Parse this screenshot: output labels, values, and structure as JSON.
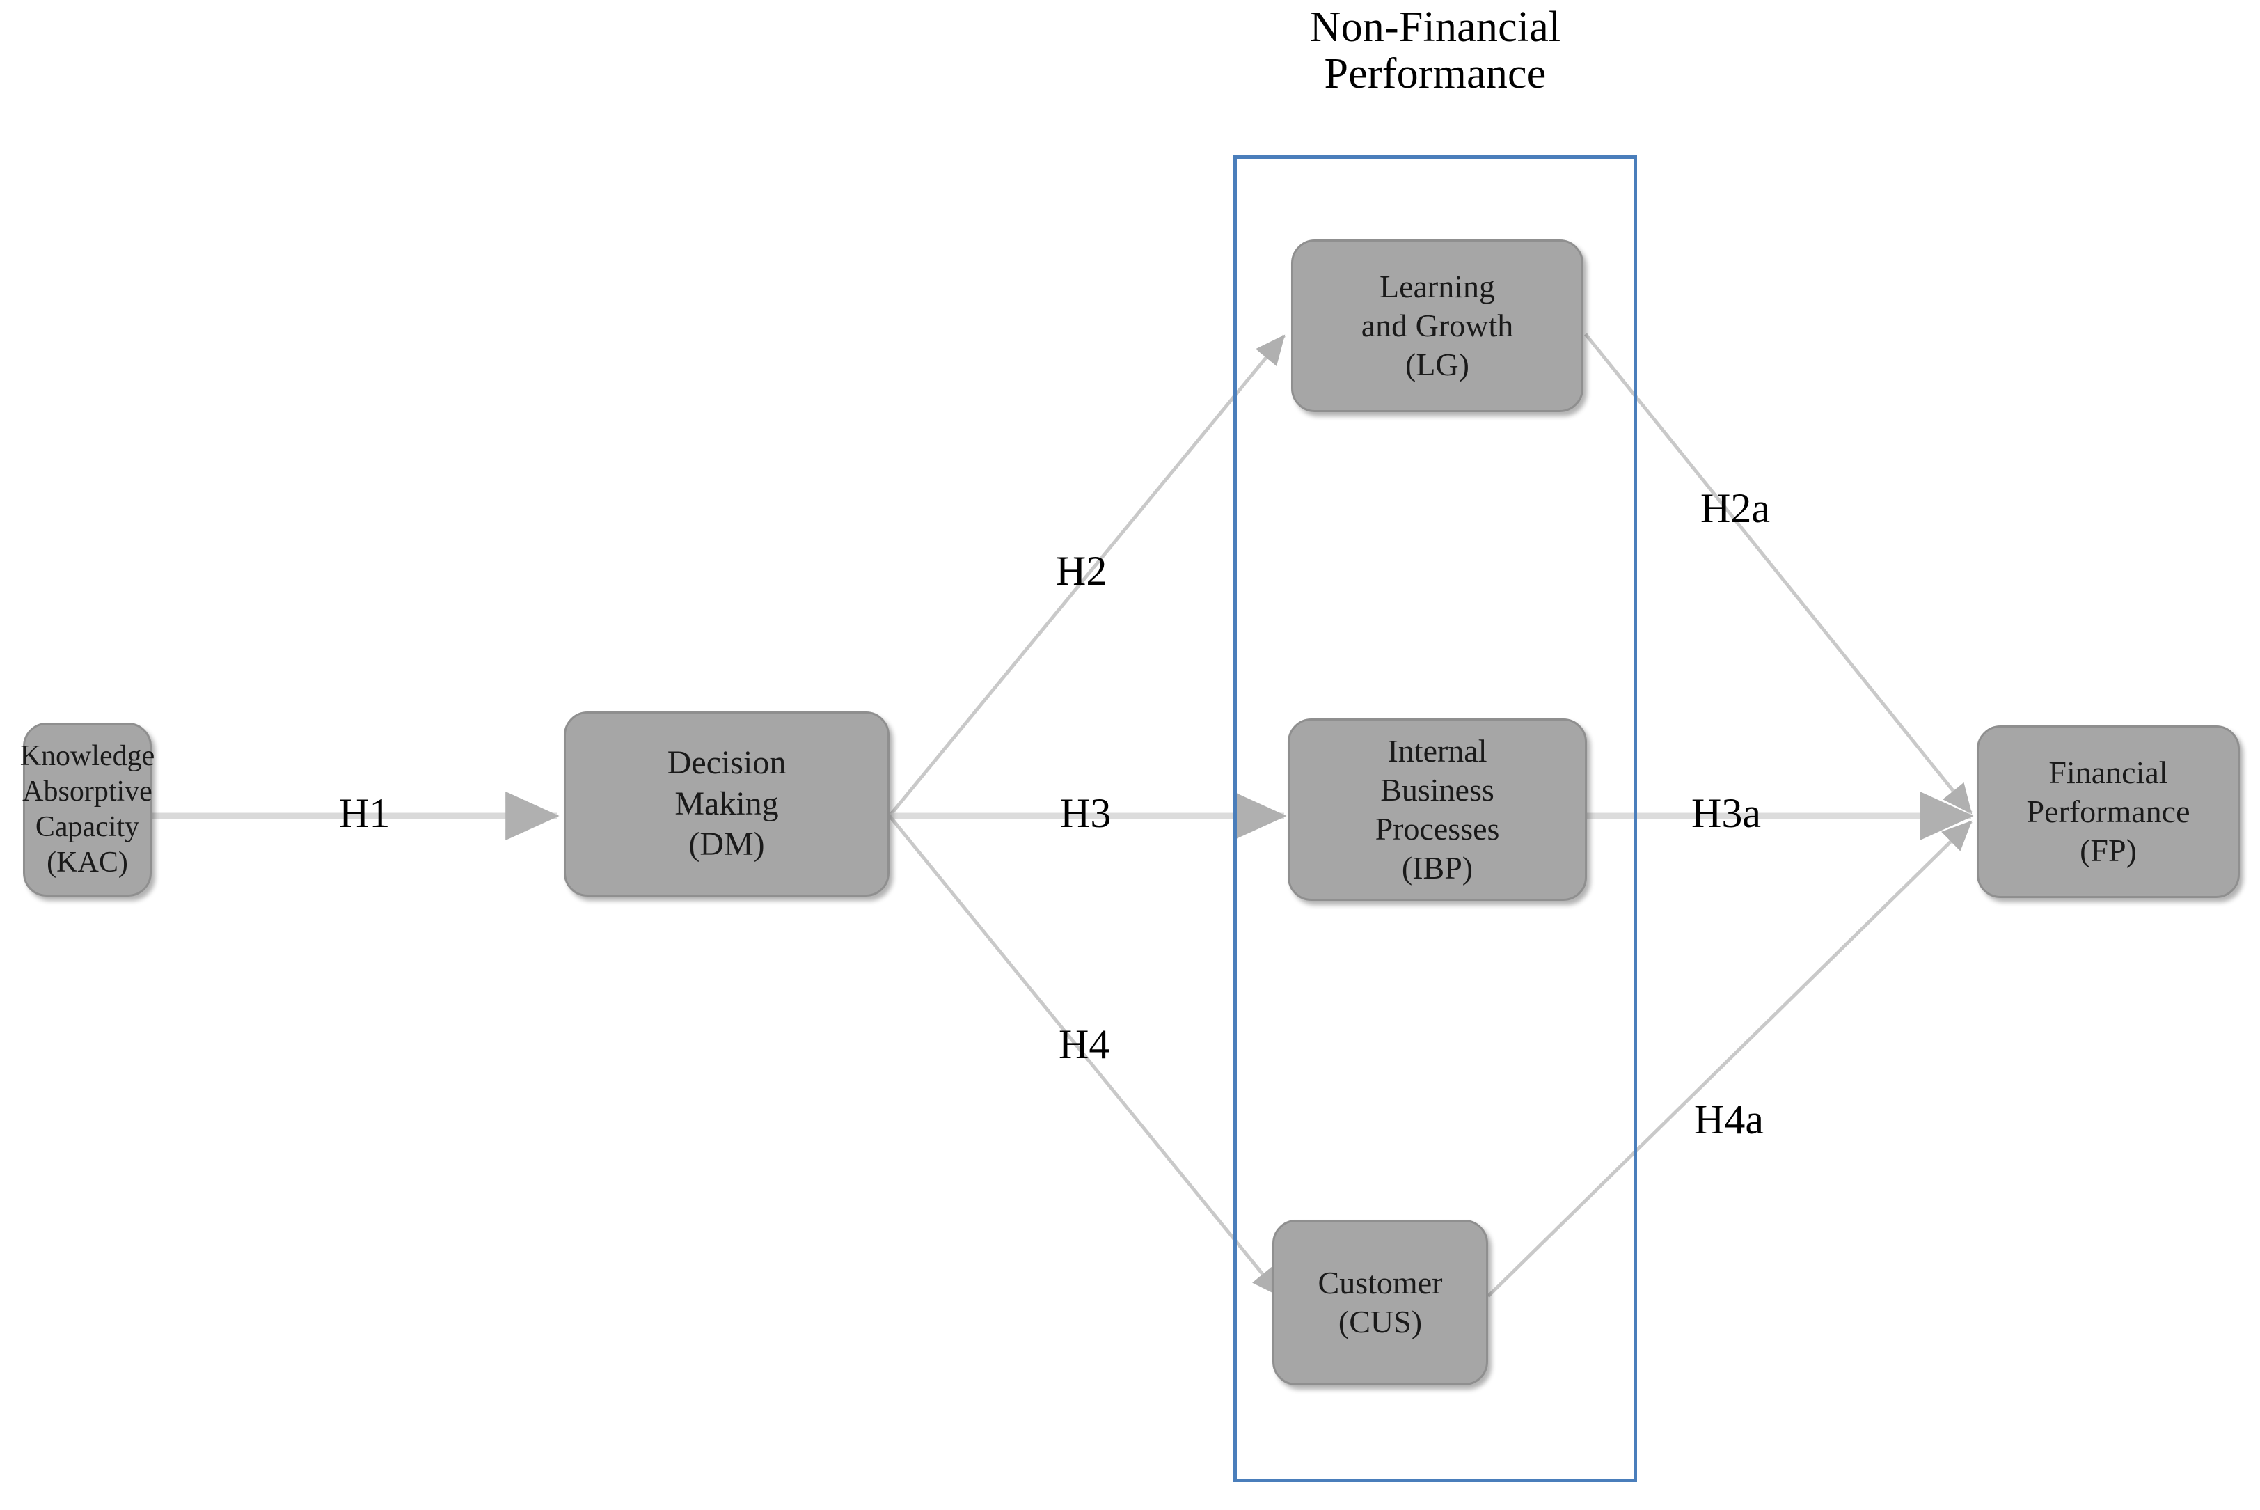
{
  "figure": {
    "type": "conceptual-research-model-diagram",
    "background_color": "#ffffff",
    "node_fill_color": "#a6a6a6",
    "node_border_color": "#8f8f8f",
    "group_border_color": "#4a7ebb",
    "edge_color": "#c8c8c8",
    "text_color": "#000000"
  },
  "group": {
    "title": "Non-Financial\nPerformance",
    "contains": [
      "learning-and-growth",
      "internal-business-processes",
      "customer"
    ]
  },
  "nodes": [
    {
      "id": "knowledge-absorptive-capacity",
      "label": "Knowledge\nAbsorptive\nCapacity\n(KAC)",
      "abbr": "KAC",
      "column": "antecedent"
    },
    {
      "id": "decision-making",
      "label": "Decision\nMaking\n(DM)",
      "abbr": "DM",
      "column": "mediator-1"
    },
    {
      "id": "learning-and-growth",
      "label": "Learning\nand Growth\n(LG)",
      "abbr": "LG",
      "column": "non-financial-performance"
    },
    {
      "id": "internal-business-processes",
      "label": "Internal\nBusiness\nProcesses\n(IBP)",
      "abbr": "IBP",
      "column": "non-financial-performance"
    },
    {
      "id": "customer",
      "label": "Customer\n(CUS)",
      "abbr": "CUS",
      "column": "non-financial-performance"
    },
    {
      "id": "financial-performance",
      "label": "Financial\nPerformance\n(FP)",
      "abbr": "FP",
      "column": "outcome"
    }
  ],
  "edges": [
    {
      "id": "h1",
      "label": "H1",
      "from": "knowledge-absorptive-capacity",
      "to": "decision-making"
    },
    {
      "id": "h2",
      "label": "H2",
      "from": "decision-making",
      "to": "learning-and-growth"
    },
    {
      "id": "h3",
      "label": "H3",
      "from": "decision-making",
      "to": "internal-business-processes"
    },
    {
      "id": "h4",
      "label": "H4",
      "from": "decision-making",
      "to": "customer"
    },
    {
      "id": "h2a",
      "label": "H2a",
      "from": "learning-and-growth",
      "to": "financial-performance"
    },
    {
      "id": "h3a",
      "label": "H3a",
      "from": "internal-business-processes",
      "to": "financial-performance"
    },
    {
      "id": "h4a",
      "label": "H4a",
      "from": "customer",
      "to": "financial-performance"
    }
  ]
}
